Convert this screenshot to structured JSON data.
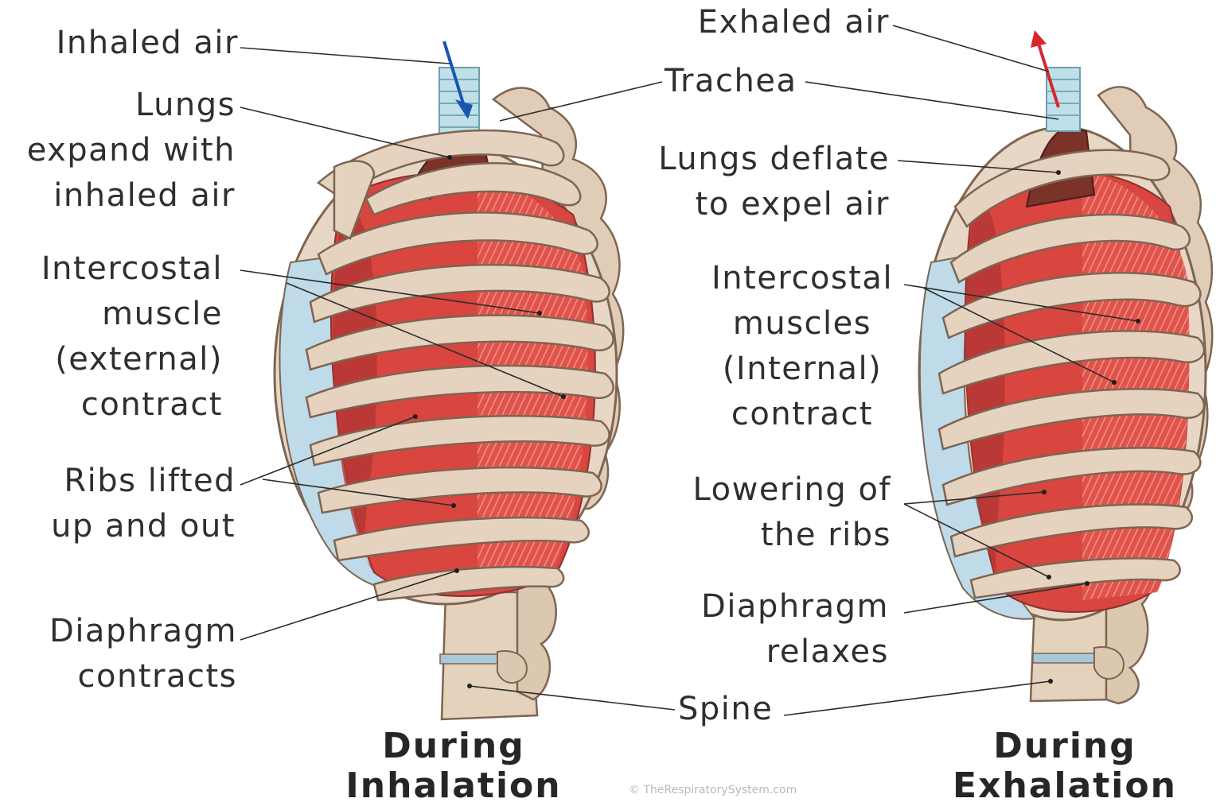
{
  "labels": {
    "inhaled_air": "Inhaled air",
    "lungs_expand": "Lungs\nexpand with\ninhaled air",
    "intercostal_external": "Intercostal\nmuscle\n(external)\ncontract",
    "ribs_lifted": "Ribs lifted\nup and out",
    "diaphragm_contracts": "Diaphragm\ncontracts",
    "exhaled_air": "Exhaled air",
    "trachea": "Trachea",
    "lungs_deflate": "Lungs deflate\nto expel air",
    "intercostal_internal": "Intercostal\nmuscles\n(Internal)\ncontract",
    "lowering_ribs": "Lowering of\nthe ribs",
    "diaphragm_relaxes": "Diaphragm\nrelaxes",
    "spine": "Spine"
  },
  "titles": {
    "inhalation": "During\nInhalation",
    "exhalation": "During\nExhalation"
  },
  "credit": "© TheRespiratorySystem.com",
  "colors": {
    "bone": "#e6d3bf",
    "bone_outline": "#7d6552",
    "muscle": "#d9453f",
    "muscle_dark": "#a52a2b",
    "muscle_light": "#ee8f86",
    "lung": "#7a3229",
    "cartilage": "#bfdbe9",
    "inhale_arrow": "#1a56b0",
    "exhale_arrow": "#d8262e"
  }
}
